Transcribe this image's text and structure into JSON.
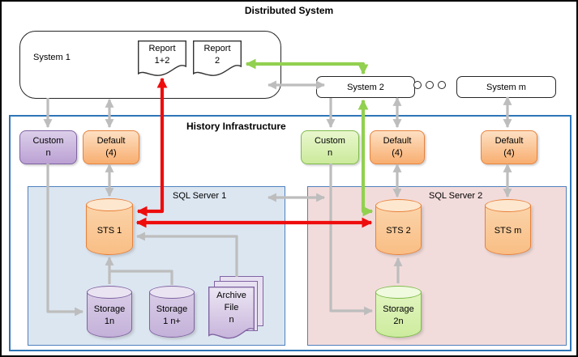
{
  "title": "Distributed System",
  "colors": {
    "gray_arrow": "#BDBDBD",
    "red_arrow": "#EE0D0D",
    "green_arrow": "#92D050",
    "history_border": "#2E75B6",
    "panel_border": "#4F81BD",
    "sql1_panel_fill": "#DCE6F1",
    "sql2_panel_fill": "#F2DCDB",
    "orange_border": "#E8823C",
    "purple_border": "#8064A2",
    "green_border": "#7FBB4C"
  },
  "distributed": {
    "system_1": "System 1",
    "report_1_2": {
      "lines": [
        "Report",
        "1+2"
      ]
    },
    "report_2": {
      "lines": [
        "Report",
        "2"
      ]
    },
    "system_2": "System 2",
    "system_m": "System m",
    "ellipsis_circles": 3
  },
  "history": {
    "label": "History Infrastructure",
    "adapters": [
      {
        "style": "purple",
        "lines": [
          "Custom",
          "n"
        ]
      },
      {
        "style": "orange",
        "lines": [
          "Default",
          "(4)"
        ]
      },
      {
        "style": "green",
        "lines": [
          "Custom",
          "n"
        ]
      },
      {
        "style": "orange",
        "lines": [
          "Default",
          "(4)"
        ]
      },
      {
        "style": "orange",
        "lines": [
          "Default",
          "(4)"
        ]
      }
    ],
    "sql_server_1": {
      "label": "SQL Server 1",
      "sts_label": "STS 1",
      "storages": [
        {
          "lines": [
            "Storage",
            "1n"
          ]
        },
        {
          "lines": [
            "Storage",
            "1 n+"
          ]
        }
      ],
      "archive": {
        "lines": [
          "Archive",
          "File",
          "n"
        ]
      }
    },
    "sql_server_2": {
      "label": "SQL Server 2",
      "sts_label": "STS 2",
      "sts_m_label": "STS m",
      "storage": {
        "lines": [
          "Storage",
          "2n"
        ]
      }
    }
  }
}
